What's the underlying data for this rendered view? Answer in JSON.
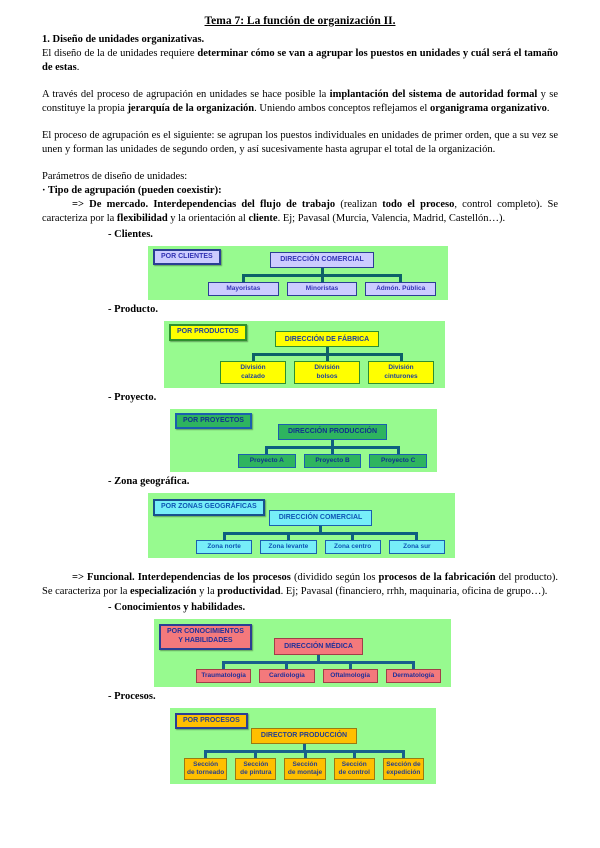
{
  "doc": {
    "title": "Tema 7: La función de organización II.",
    "heading": "1. Diseño de unidades organizativas.",
    "p_intro": [
      {
        "t": "El diseño de la de unidades requiere "
      },
      {
        "t": "determinar cómo se van a agrupar los puestos en unidades y cuál será el tamaño de estas",
        "b": 1
      },
      {
        "t": "."
      }
    ],
    "p_agrupacion": [
      {
        "t": "A través del proceso de agrupación en unidades se hace posible la "
      },
      {
        "t": "implantación del sistema de autoridad formal",
        "b": 1
      },
      {
        "t": " y se constituye la propia "
      },
      {
        "t": "jerarquía de la organización",
        "b": 1
      },
      {
        "t": ". Uniendo ambos conceptos reflejamos el "
      },
      {
        "t": "organigrama organizativo",
        "b": 1
      },
      {
        "t": "."
      }
    ],
    "p_proceso": [
      {
        "t": "El proceso de agrupación es el siguiente: se agrupan los puestos individuales en unidades de primer orden, que a su vez se unen y forman las unidades de segundo orden, y así sucesivamente hasta agrupar el total de la organización."
      }
    ],
    "parametros": "Parámetros de diseño de unidades:",
    "tipo": "· Tipo de agrupación (pueden coexistir):",
    "p_mercado": [
      {
        "t": "=> De mercado. Interdependencias del flujo de trabajo",
        "b": 1
      },
      {
        "t": " (realizan "
      },
      {
        "t": "todo el proceso",
        "b": 1
      },
      {
        "t": ", control completo). Se caracteriza por la "
      },
      {
        "t": "flexibilidad",
        "b": 1
      },
      {
        "t": " y la orientación al "
      },
      {
        "t": "cliente",
        "b": 1
      },
      {
        "t": ". Ej; Pavasal (Murcia, Valencia, Madrid, Castellón…)."
      }
    ],
    "p_funcional": [
      {
        "t": "=> Funcional. Interdependencias de los procesos",
        "b": 1
      },
      {
        "t": " (dividido según los "
      },
      {
        "t": "procesos de la fabricación",
        "b": 1
      },
      {
        "t": " del producto). Se caracteriza por la "
      },
      {
        "t": "especialización",
        "b": 1
      },
      {
        "t": " y la "
      },
      {
        "t": "productividad",
        "b": 1
      },
      {
        "t": ". Ej; Pavasal (financiero, rrhh, maquinaria, oficina de grupo…)."
      }
    ],
    "bullets": {
      "clientes": "- Clientes.",
      "producto": "- Producto.",
      "proyecto": "- Proyecto.",
      "zona": "- Zona geográfica.",
      "conocimientos": "- Conocimientos y habilidades.",
      "procesos": "- Procesos."
    }
  },
  "diagrams": [
    {
      "name": "clientes",
      "label": [
        "POR CLIENTES"
      ],
      "root": "DIRECCIÓN COMERCIAL",
      "children": [
        [
          "Mayoristas"
        ],
        [
          "Minoristas"
        ],
        [
          "Admón. Pública"
        ]
      ],
      "colors": {
        "panel": "#97fa8f",
        "box": "#ccccff",
        "border": "#2b3e94",
        "label_border": "#2b3e94",
        "text": "#3232b4",
        "line": "#0d6168"
      }
    },
    {
      "name": "productos",
      "label": [
        "POR PRODUCTOS"
      ],
      "root": "DIRECCIÓN DE FÁBRICA",
      "children": [
        [
          "División",
          "calzado"
        ],
        [
          "División",
          "bolsos"
        ],
        [
          "División",
          "cinturones"
        ]
      ],
      "colors": {
        "panel": "#97fa8f",
        "box": "#ffff00",
        "border": "#2f8f2f",
        "label_border": "#2f8f2f",
        "text": "#1d3f9e",
        "line": "#0d6168"
      }
    },
    {
      "name": "proyectos",
      "label": [
        "POR PROYECTOS"
      ],
      "root": "DIRECCIÓN PRODUCCIÓN",
      "children": [
        [
          "Proyecto A"
        ],
        [
          "Proyecto B"
        ],
        [
          "Proyecto C"
        ]
      ],
      "colors": {
        "panel": "#97fa8f",
        "box": "#2eb45f",
        "border": "#1a5fae",
        "label_border": "#1a5fae",
        "text": "#10308e",
        "line": "#0d5f80"
      }
    },
    {
      "name": "zonas",
      "label": [
        "POR ZONAS GEOGRÁFICAS"
      ],
      "root": "DIRECCIÓN COMERCIAL",
      "children": [
        [
          "Zona norte"
        ],
        [
          "Zona levante"
        ],
        [
          "Zona centro"
        ],
        [
          "Zona sur"
        ]
      ],
      "colors": {
        "panel": "#97fa8f",
        "box": "#76eef8",
        "border": "#1a5fae",
        "label_border": "#17508e",
        "text": "#0d55b4",
        "line": "#0d5f80"
      }
    },
    {
      "name": "conocimientos",
      "label": [
        "POR CONOCIMIENTOS",
        "Y HABILIDADES"
      ],
      "root": "DIRECCIÓN MÉDICA",
      "children": [
        [
          "Traumatología"
        ],
        [
          "Cardiología"
        ],
        [
          "Oftalmología"
        ],
        [
          "Dermatología"
        ]
      ],
      "colors": {
        "panel": "#97fa8f",
        "box": "#f4797c",
        "border": "#a04048",
        "label_border": "#2b3e94",
        "text": "#20309a",
        "line": "#17608c"
      }
    },
    {
      "name": "procesos",
      "label": [
        "POR PROCESOS"
      ],
      "root": "DIRECTOR PRODUCCIÓN",
      "children": [
        [
          "Sección",
          "de torneado"
        ],
        [
          "Sección",
          "de pintura"
        ],
        [
          "Sección",
          "de montaje"
        ],
        [
          "Sección",
          "de control"
        ],
        [
          "Sección de",
          "expedición"
        ]
      ],
      "colors": {
        "panel": "#97fa8f",
        "box": "#ffbf00",
        "border": "#9a7a10",
        "label_border": "#2b3e94",
        "text": "#27408e",
        "line": "#17608c"
      }
    }
  ]
}
